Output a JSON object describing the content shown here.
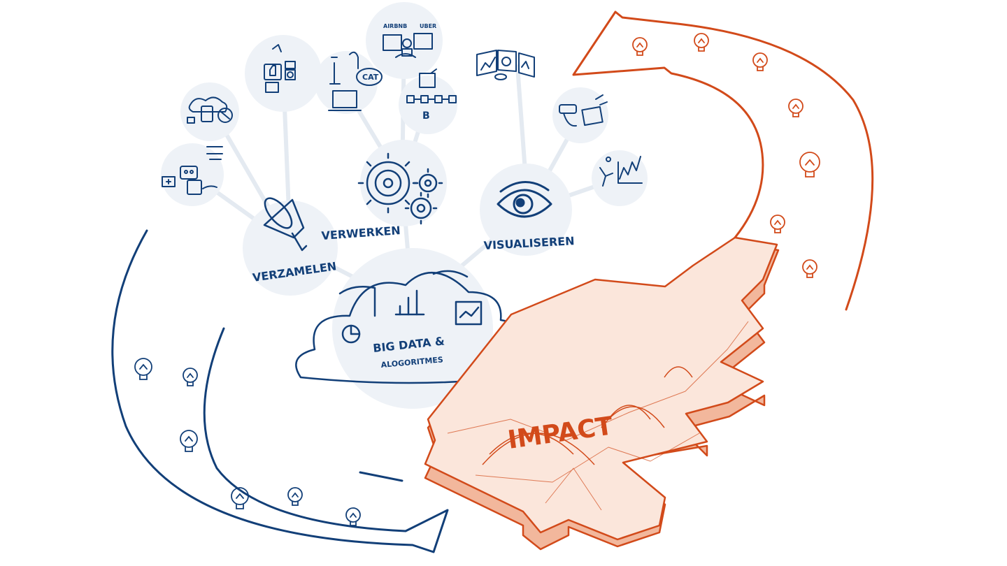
{
  "labels": {
    "verzamelen": "VERZAMELEN",
    "verwerken": "VERWERKEN",
    "visualiseren": "VISUALISEREN",
    "big_data_line1": "BIG DATA &",
    "big_data_line2": "ALOGORITMES",
    "impact": "IMPACT",
    "airbnb": "AIRBNB",
    "uber": "UBER",
    "cat": "CAT",
    "bitcoin": "B"
  },
  "colors": {
    "blue": "#123f78",
    "orange": "#d24a1a",
    "orange_fill": "#fbe6db",
    "bubble": "#eef2f7",
    "link": "#e4eaf1"
  },
  "icons": [
    "funnel-icon",
    "gear-icon",
    "eye-icon",
    "cloud-icon",
    "puzzle-piece-icon",
    "lightbulb-icon"
  ]
}
